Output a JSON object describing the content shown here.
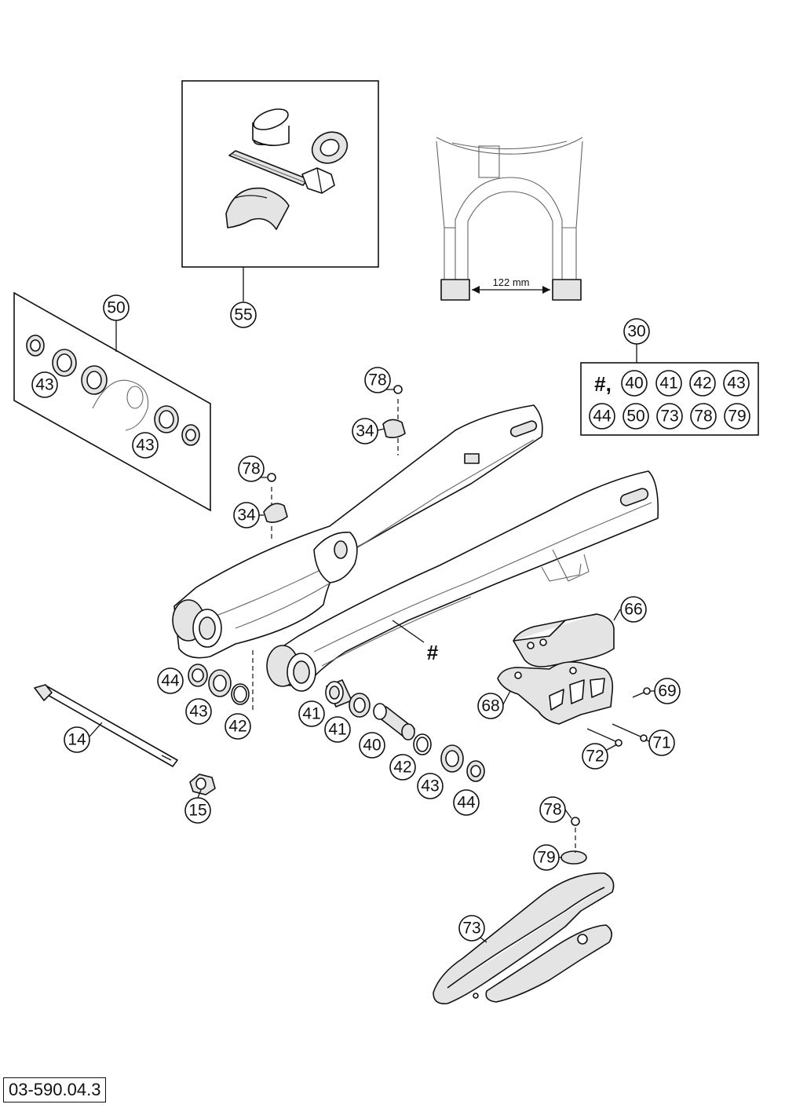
{
  "doc_code": "03-590.04.3",
  "dimension_label": "122 mm",
  "hash_symbol": "#",
  "hash_comma": "#,",
  "kit_30": {
    "number": "30",
    "items_row1": [
      "40",
      "41",
      "42",
      "43"
    ],
    "items_row2": [
      "44",
      "50",
      "73",
      "78",
      "79"
    ]
  },
  "callouts": {
    "c55": "55",
    "c50": "50",
    "c43a": "43",
    "c43b": "43",
    "c78a": "78",
    "c34a": "34",
    "c78b": "78",
    "c34b": "34",
    "c66": "66",
    "c68": "68",
    "c69": "69",
    "c71": "71",
    "c72": "72",
    "c44a": "44",
    "c43c": "43",
    "c42a": "42",
    "c14": "14",
    "c15": "15",
    "c41a": "41",
    "c41b": "41",
    "c40": "40",
    "c42b": "42",
    "c43d": "43",
    "c44b": "44",
    "c78c": "78",
    "c79": "79",
    "c73": "73"
  }
}
